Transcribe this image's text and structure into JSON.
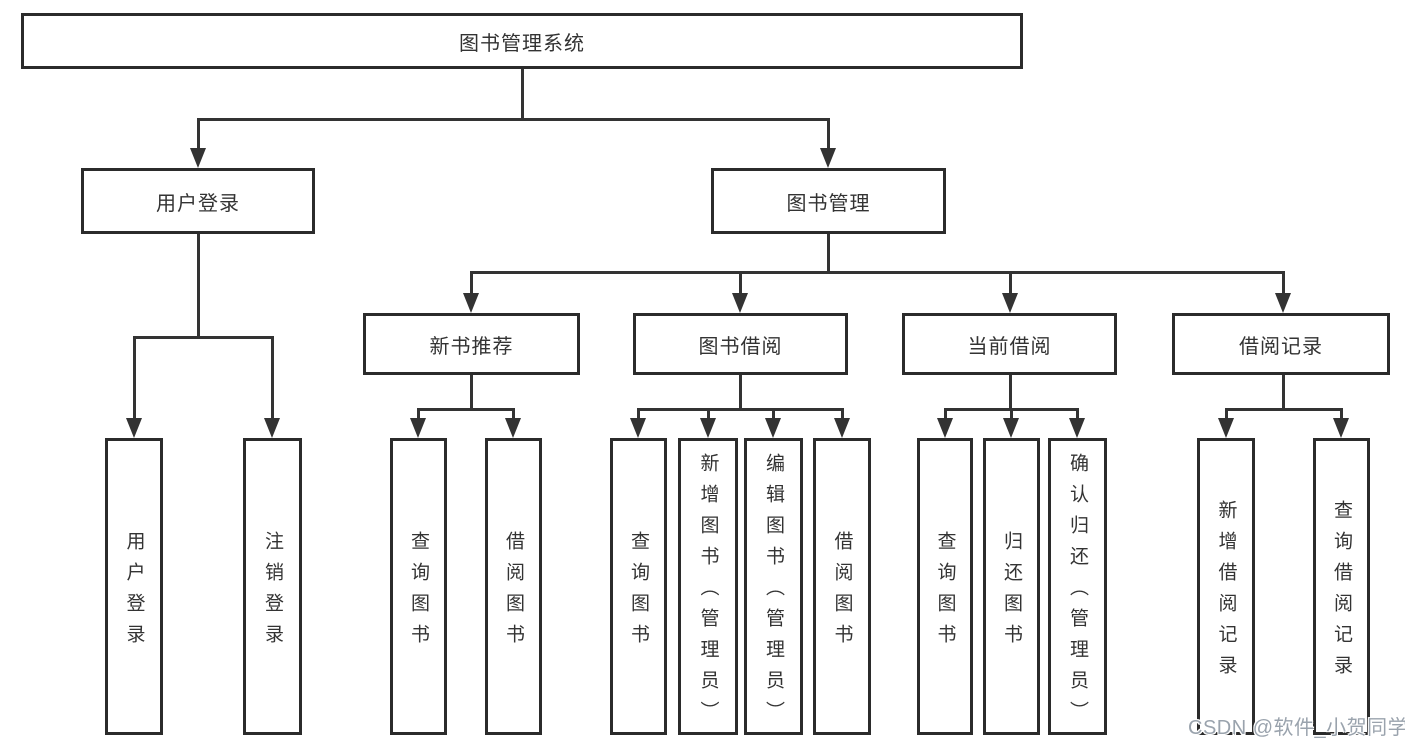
{
  "colors": {
    "box_border": "#2b2b2b",
    "connector_line": "#333333",
    "text": "#333333",
    "watermark": "#9aa3ad",
    "background": "#ffffff"
  },
  "watermark": {
    "text": "CSDN @软件_小贺同学"
  },
  "tree": {
    "root": {
      "label": "图书管理系统"
    },
    "branches": [
      {
        "label": "用户登录",
        "children": [
          {
            "label": "用户登录"
          },
          {
            "label": "注销登录"
          }
        ]
      },
      {
        "label": "图书管理",
        "children": [
          {
            "label": "新书推荐",
            "children": [
              {
                "label": "查询图书"
              },
              {
                "label": "借阅图书"
              }
            ]
          },
          {
            "label": "图书借阅",
            "children": [
              {
                "label": "查询图书"
              },
              {
                "label": "新增图书（管理员）"
              },
              {
                "label": "编辑图书（管理员）"
              },
              {
                "label": "借阅图书"
              }
            ]
          },
          {
            "label": "当前借阅",
            "children": [
              {
                "label": "查询图书"
              },
              {
                "label": "归还图书"
              },
              {
                "label": "确认归还（管理员）"
              }
            ]
          },
          {
            "label": "借阅记录",
            "children": [
              {
                "label": "新增借阅记录"
              },
              {
                "label": "查询借阅记录"
              }
            ]
          }
        ]
      }
    ]
  }
}
